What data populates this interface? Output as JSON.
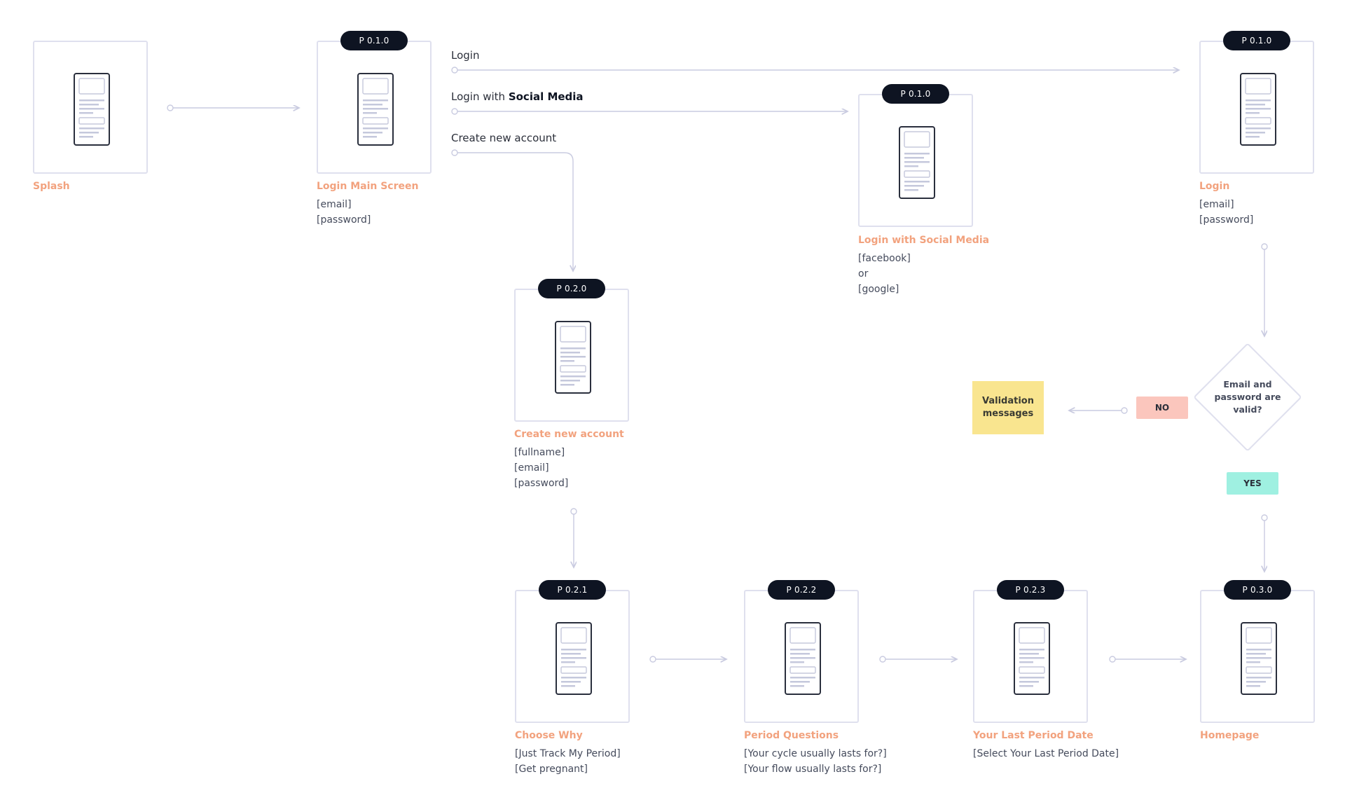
{
  "screens": [
    {
      "id": "splash",
      "badge": "",
      "title": "Splash",
      "fields": []
    },
    {
      "id": "login-main",
      "badge": "P 0.1.0",
      "title": "Login Main Screen",
      "fields": [
        "[email]",
        "[password]"
      ]
    },
    {
      "id": "login",
      "badge": "P 0.1.0",
      "title": "Login",
      "fields": [
        "[email]",
        "[password]"
      ]
    },
    {
      "id": "login-social",
      "badge": "P 0.1.0",
      "title": "Login with Social Media",
      "fields": [
        "[facebook]",
        "or",
        "[google]"
      ]
    },
    {
      "id": "create-account",
      "badge": "P 0.2.0",
      "title": "Create new account",
      "fields": [
        "[fullname]",
        "[email]",
        "[password]"
      ]
    },
    {
      "id": "choose-why",
      "badge": "P 0.2.1",
      "title": "Choose Why",
      "fields": [
        "[Just Track My Period]",
        "[Get pregnant]"
      ]
    },
    {
      "id": "period-questions",
      "badge": "P 0.2.2",
      "title": "Period Questions",
      "fields": [
        "[Your cycle usually lasts for?]",
        "[Your flow usually lasts for?]"
      ]
    },
    {
      "id": "last-period",
      "badge": "P 0.2.3",
      "title": "Your Last Period Date",
      "fields": [
        "[Select Your Last Period Date]"
      ]
    },
    {
      "id": "homepage",
      "badge": "P 0.3.0",
      "title": "Homepage",
      "fields": []
    }
  ],
  "routes": {
    "login": "Login",
    "social_prefix": "Login with ",
    "social_bold": "Social Media",
    "create": "Create new account"
  },
  "decision": {
    "line1": "Email and",
    "line2": "password are",
    "line3": "valid?",
    "no_label": "NO",
    "yes_label": "YES"
  },
  "validation": {
    "line1": "Validation",
    "line2": "messages"
  },
  "colors": {
    "title": "#f2a27e",
    "badge": "#0e1422",
    "connector": "#c9cbe0",
    "no": "#fbc6bd",
    "yes": "#9ff0e1",
    "note": "#f9e58f"
  }
}
